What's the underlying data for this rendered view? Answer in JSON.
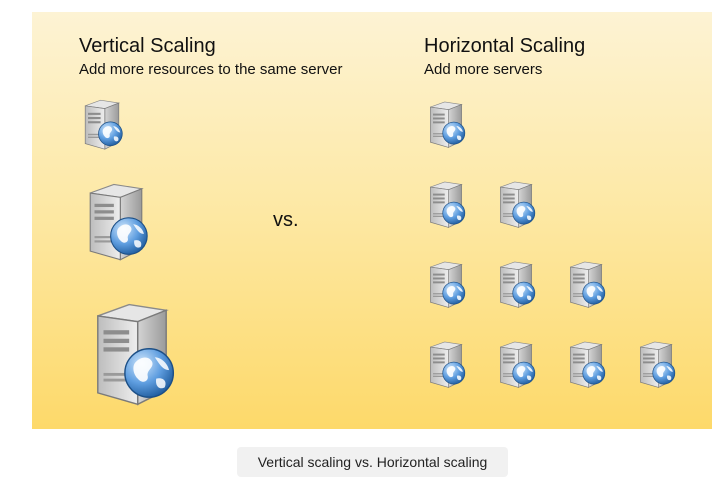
{
  "vertical": {
    "title": "Vertical Scaling",
    "subtitle": "Add more resources to the same server",
    "icon": "server-globe-icon",
    "levels": [
      "small",
      "medium",
      "large"
    ]
  },
  "separator": "vs.",
  "horizontal": {
    "title": "Horizontal Scaling",
    "subtitle": "Add more servers",
    "icon": "server-globe-icon",
    "server_counts": [
      1,
      2,
      3,
      4
    ]
  },
  "caption": "Vertical scaling vs. Horizontal scaling",
  "colors": {
    "background_top": "#fdf3d4",
    "background_bottom": "#fdd96a",
    "server_body": "#c8c8c8",
    "globe": "#3d82c4"
  }
}
